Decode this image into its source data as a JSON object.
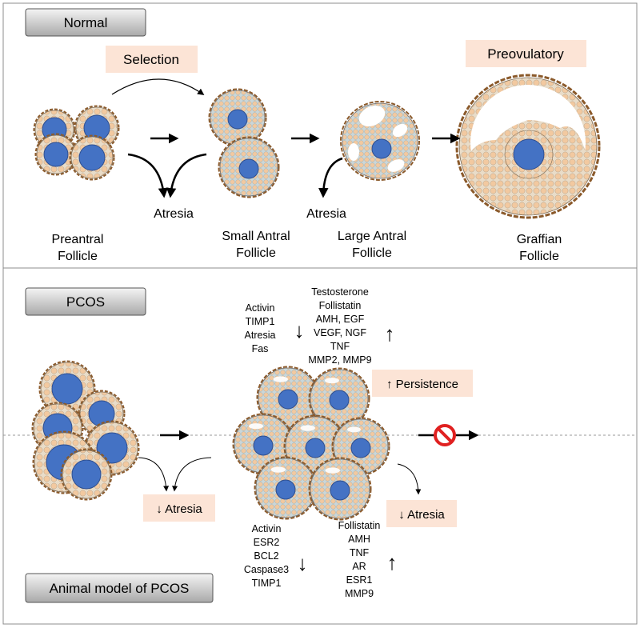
{
  "panels": {
    "normal": {
      "title": "Normal",
      "selection_label": "Selection",
      "preovulatory_label": "Preovulatory",
      "atresia_left": "Atresia",
      "atresia_right": "Atresia",
      "stages": {
        "preantral": [
          "Preantral",
          "Follicle"
        ],
        "small_antral": [
          "Small Antral",
          "Follicle"
        ],
        "large_antral": [
          "Large Antral",
          "Follicle"
        ],
        "graffian": [
          "Graffian",
          "Follicle"
        ]
      }
    },
    "pcos": {
      "title": "PCOS",
      "animal_model_title": "Animal model of PCOS",
      "persistence_label": "↑ Persistence",
      "atresia_left": "↓ Atresia",
      "atresia_right": "↓ Atresia",
      "up_down_arrows": {
        "down": "↓",
        "up": "↑"
      },
      "top_down_markers": [
        "Activin",
        "TIMP1",
        "Atresia",
        "Fas"
      ],
      "top_up_markers": [
        "Testosterone",
        "Follistatin",
        "AMH, EGF",
        "VEGF, NGF",
        "TNF",
        "MMP2, MMP9"
      ],
      "bottom_down_markers": [
        "Activin",
        "ESR2",
        "BCL2",
        "Caspase3",
        "TIMP1"
      ],
      "bottom_up_markers": [
        "Follistatin",
        "AMH",
        "TNF",
        "AR",
        "ESR1",
        "MMP9"
      ]
    }
  },
  "colors": {
    "oocyte": "#4472c4",
    "granulosa": "#f2c9a0",
    "theca": "#8b5a2b",
    "antral_fluid": "#c9d6d9",
    "label_bg": "#fce4d6",
    "header_grad_top": "#f2f2f2",
    "header_grad_bottom": "#a6a6a6",
    "stop_sign": "#e02020"
  }
}
